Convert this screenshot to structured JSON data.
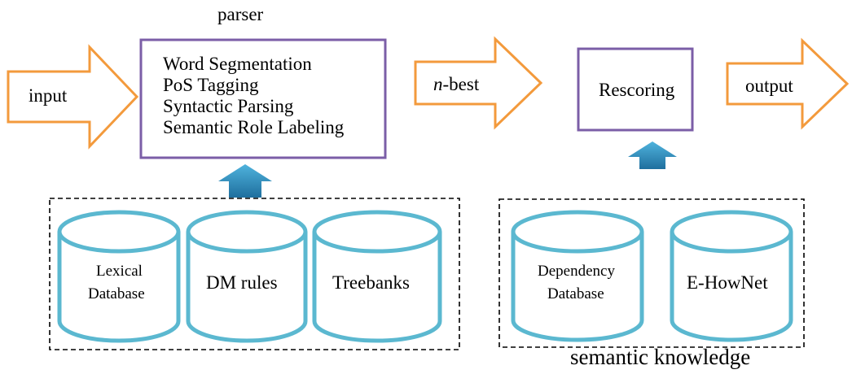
{
  "parser": {
    "title": "parser",
    "steps": [
      "Word Segmentation",
      "PoS Tagging",
      "Syntactic Parsing",
      "Semantic Role Labeling"
    ]
  },
  "arrows": {
    "input": "input",
    "nbest_italic": "n",
    "nbest_rest": "-best",
    "output": "output"
  },
  "rescoring": {
    "label": "Rescoring"
  },
  "resources": {
    "lexical_line1": "Lexical",
    "lexical_line2": "Database",
    "dm_rules": "DM rules",
    "treebanks": "Treebanks",
    "dependency_line1": "Dependency",
    "dependency_line2": "Database",
    "ehownet": "E-HowNet"
  },
  "semantic_knowledge": "semantic knowledge",
  "colors": {
    "arrow_orange": "#f39a3c",
    "box_purple": "#7b5ea7",
    "cylinder_blue": "#5bb8d0",
    "up_arrow_blue": "#2f8fc0"
  }
}
